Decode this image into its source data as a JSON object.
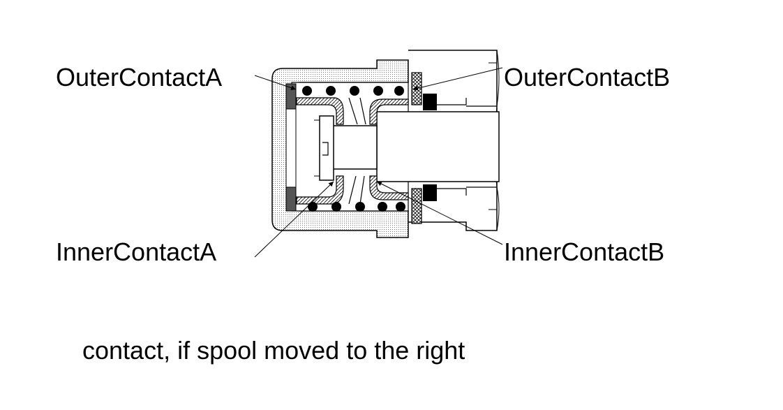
{
  "labels": {
    "outer_contact_a": "OuterContactA",
    "outer_contact_b": "OuterContactB",
    "inner_contact_a": "InnerContactA",
    "inner_contact_b": "InnerContactB"
  },
  "caption": "contact, if spool moved to the right",
  "colors": {
    "line": "#000000",
    "housing_fill": "#e6e6e6",
    "background": "#ffffff"
  }
}
